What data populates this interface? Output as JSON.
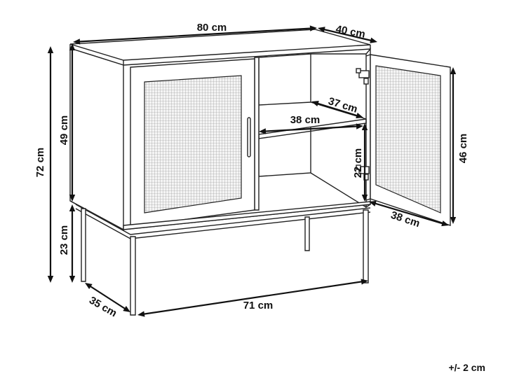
{
  "dimensions": {
    "width_top": "80 cm",
    "depth_top": "40 cm",
    "height_total": "72 cm",
    "height_body": "49 cm",
    "height_legs": "23 cm",
    "shelf_depth": "37 cm",
    "shelf_width": "38 cm",
    "shelf_height": "22 cm",
    "door_height": "46 cm",
    "door_width": "38 cm",
    "leg_depth": "35 cm",
    "leg_width": "71 cm"
  },
  "tolerance": "+/- 2 cm"
}
